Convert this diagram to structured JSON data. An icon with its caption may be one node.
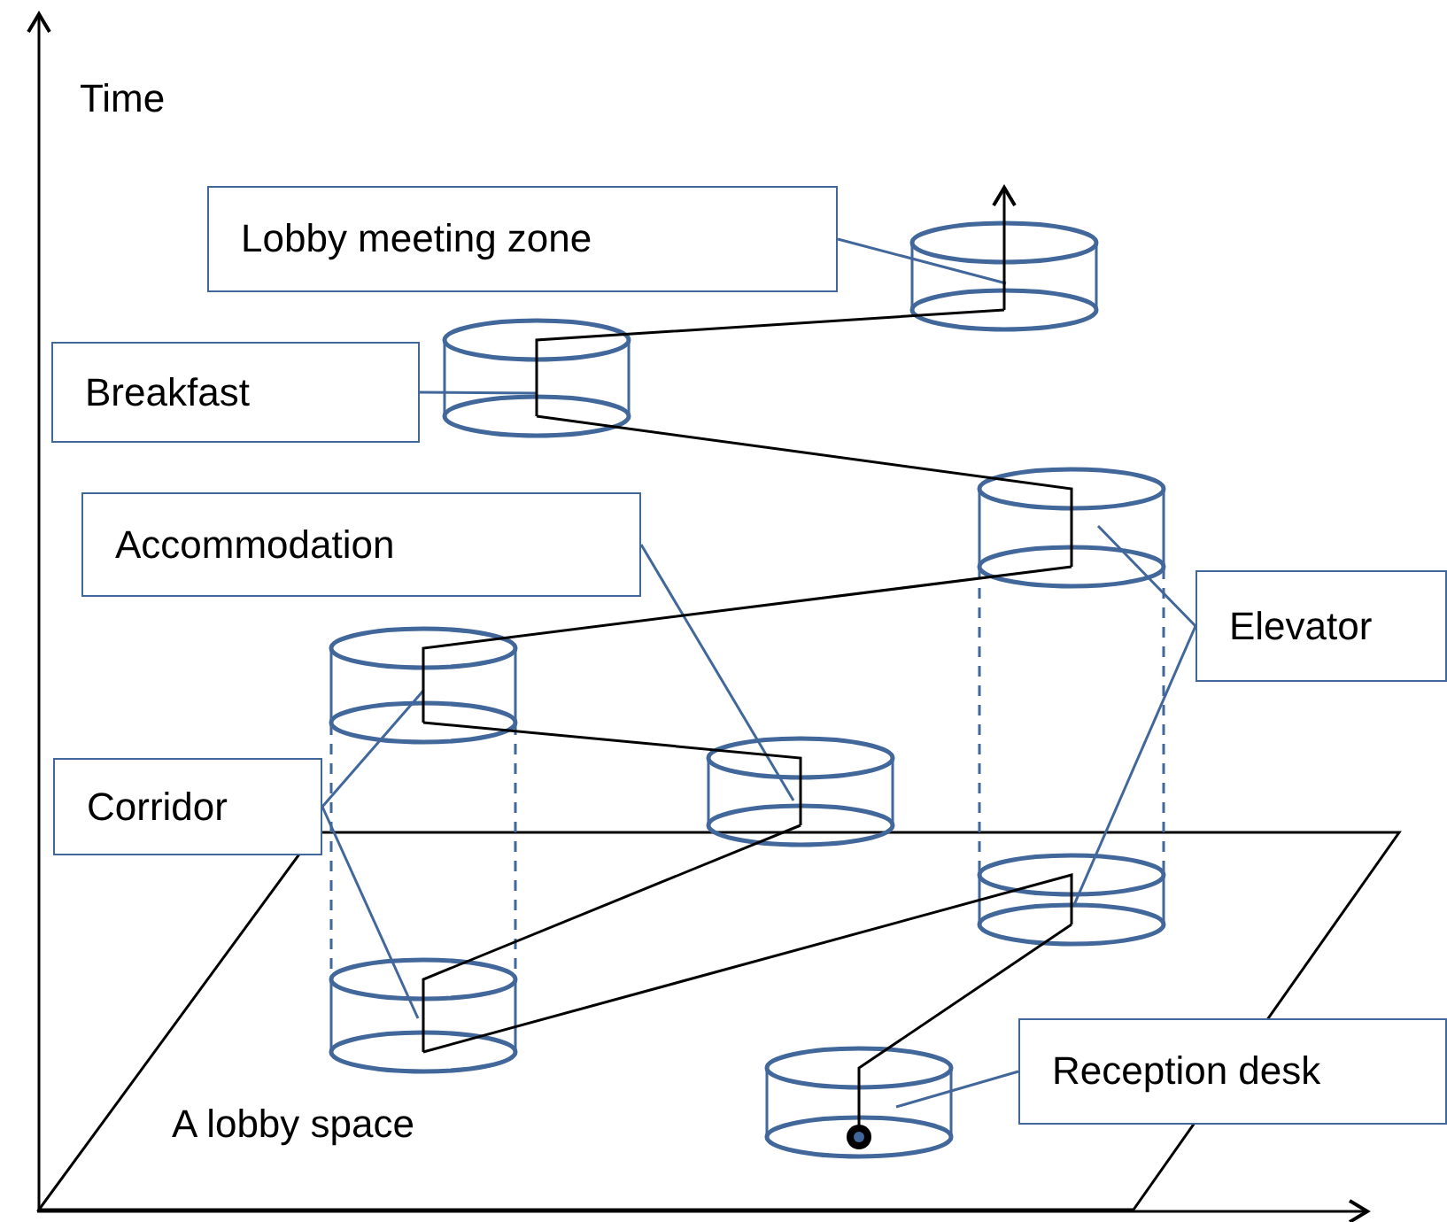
{
  "diagram": {
    "nodes": [
      {
        "text": [
          "Lobby meeting zone"
        ]
      },
      {
        "text": [],
        "shape": "cylinder"
      },
      {
        "text": [
          "Breakfast"
        ]
      },
      {
        "text": [],
        "shape": "cylinder"
      },
      {
        "text": [
          "Accommodation"
        ]
      },
      {
        "text": [],
        "shape": "cylinder"
      },
      {
        "text": [
          "Elevator"
        ]
      },
      {
        "text": [],
        "shape": "cylinder"
      },
      {
        "text": [],
        "shape": "cylinder"
      },
      {
        "text": [
          "Corridor"
        ]
      },
      {
        "text": [
          "A lobby space"
        ]
      },
      {
        "text": [],
        "shape": "cylinder",
        "in": 10
      },
      {
        "text": [],
        "shape": "cylinder",
        "in": 10
      },
      {
        "text": [],
        "shape": "cylinder",
        "in": 10
      },
      {
        "text": [
          "Reception desk"
        ]
      }
    ],
    "edges": [
      {
        "from": 0,
        "to": 1,
        "arrow": "none"
      },
      {
        "from": 2,
        "to": 3,
        "arrow": "none"
      },
      {
        "from": 4,
        "to": 8,
        "arrow": "none"
      },
      {
        "from": 6,
        "to": 5,
        "arrow": "none"
      },
      {
        "from": 6,
        "to": 11,
        "arrow": "none"
      },
      {
        "from": 9,
        "to": 7,
        "arrow": "none"
      },
      {
        "from": 9,
        "to": 12,
        "arrow": "none"
      },
      {
        "from": 14,
        "to": 13,
        "arrow": "none"
      },
      {
        "from": 7,
        "to": 12,
        "arrow": "none",
        "style": "dashed"
      },
      {
        "from": 5,
        "to": 11,
        "arrow": "none",
        "style": "dashed"
      },
      {
        "from": 13,
        "to": 11,
        "arrow": "other",
        "color": "#000000"
      },
      {
        "from": 11,
        "to": 12,
        "arrow": "none",
        "color": "#000000"
      },
      {
        "from": 12,
        "to": 8,
        "arrow": "none",
        "color": "#000000"
      },
      {
        "from": 8,
        "to": 7,
        "arrow": "none",
        "color": "#000000"
      },
      {
        "from": 7,
        "to": 5,
        "arrow": "none",
        "color": "#000000"
      },
      {
        "from": 5,
        "to": 3,
        "arrow": "none",
        "color": "#000000"
      },
      {
        "from": 3,
        "to": 1,
        "arrow": "none",
        "color": "#000000"
      },
      {
        "from": 1,
        "to": null,
        "arrow": "to",
        "color": "#000000"
      }
    ],
    "labels": [
      "Time"
    ]
  }
}
